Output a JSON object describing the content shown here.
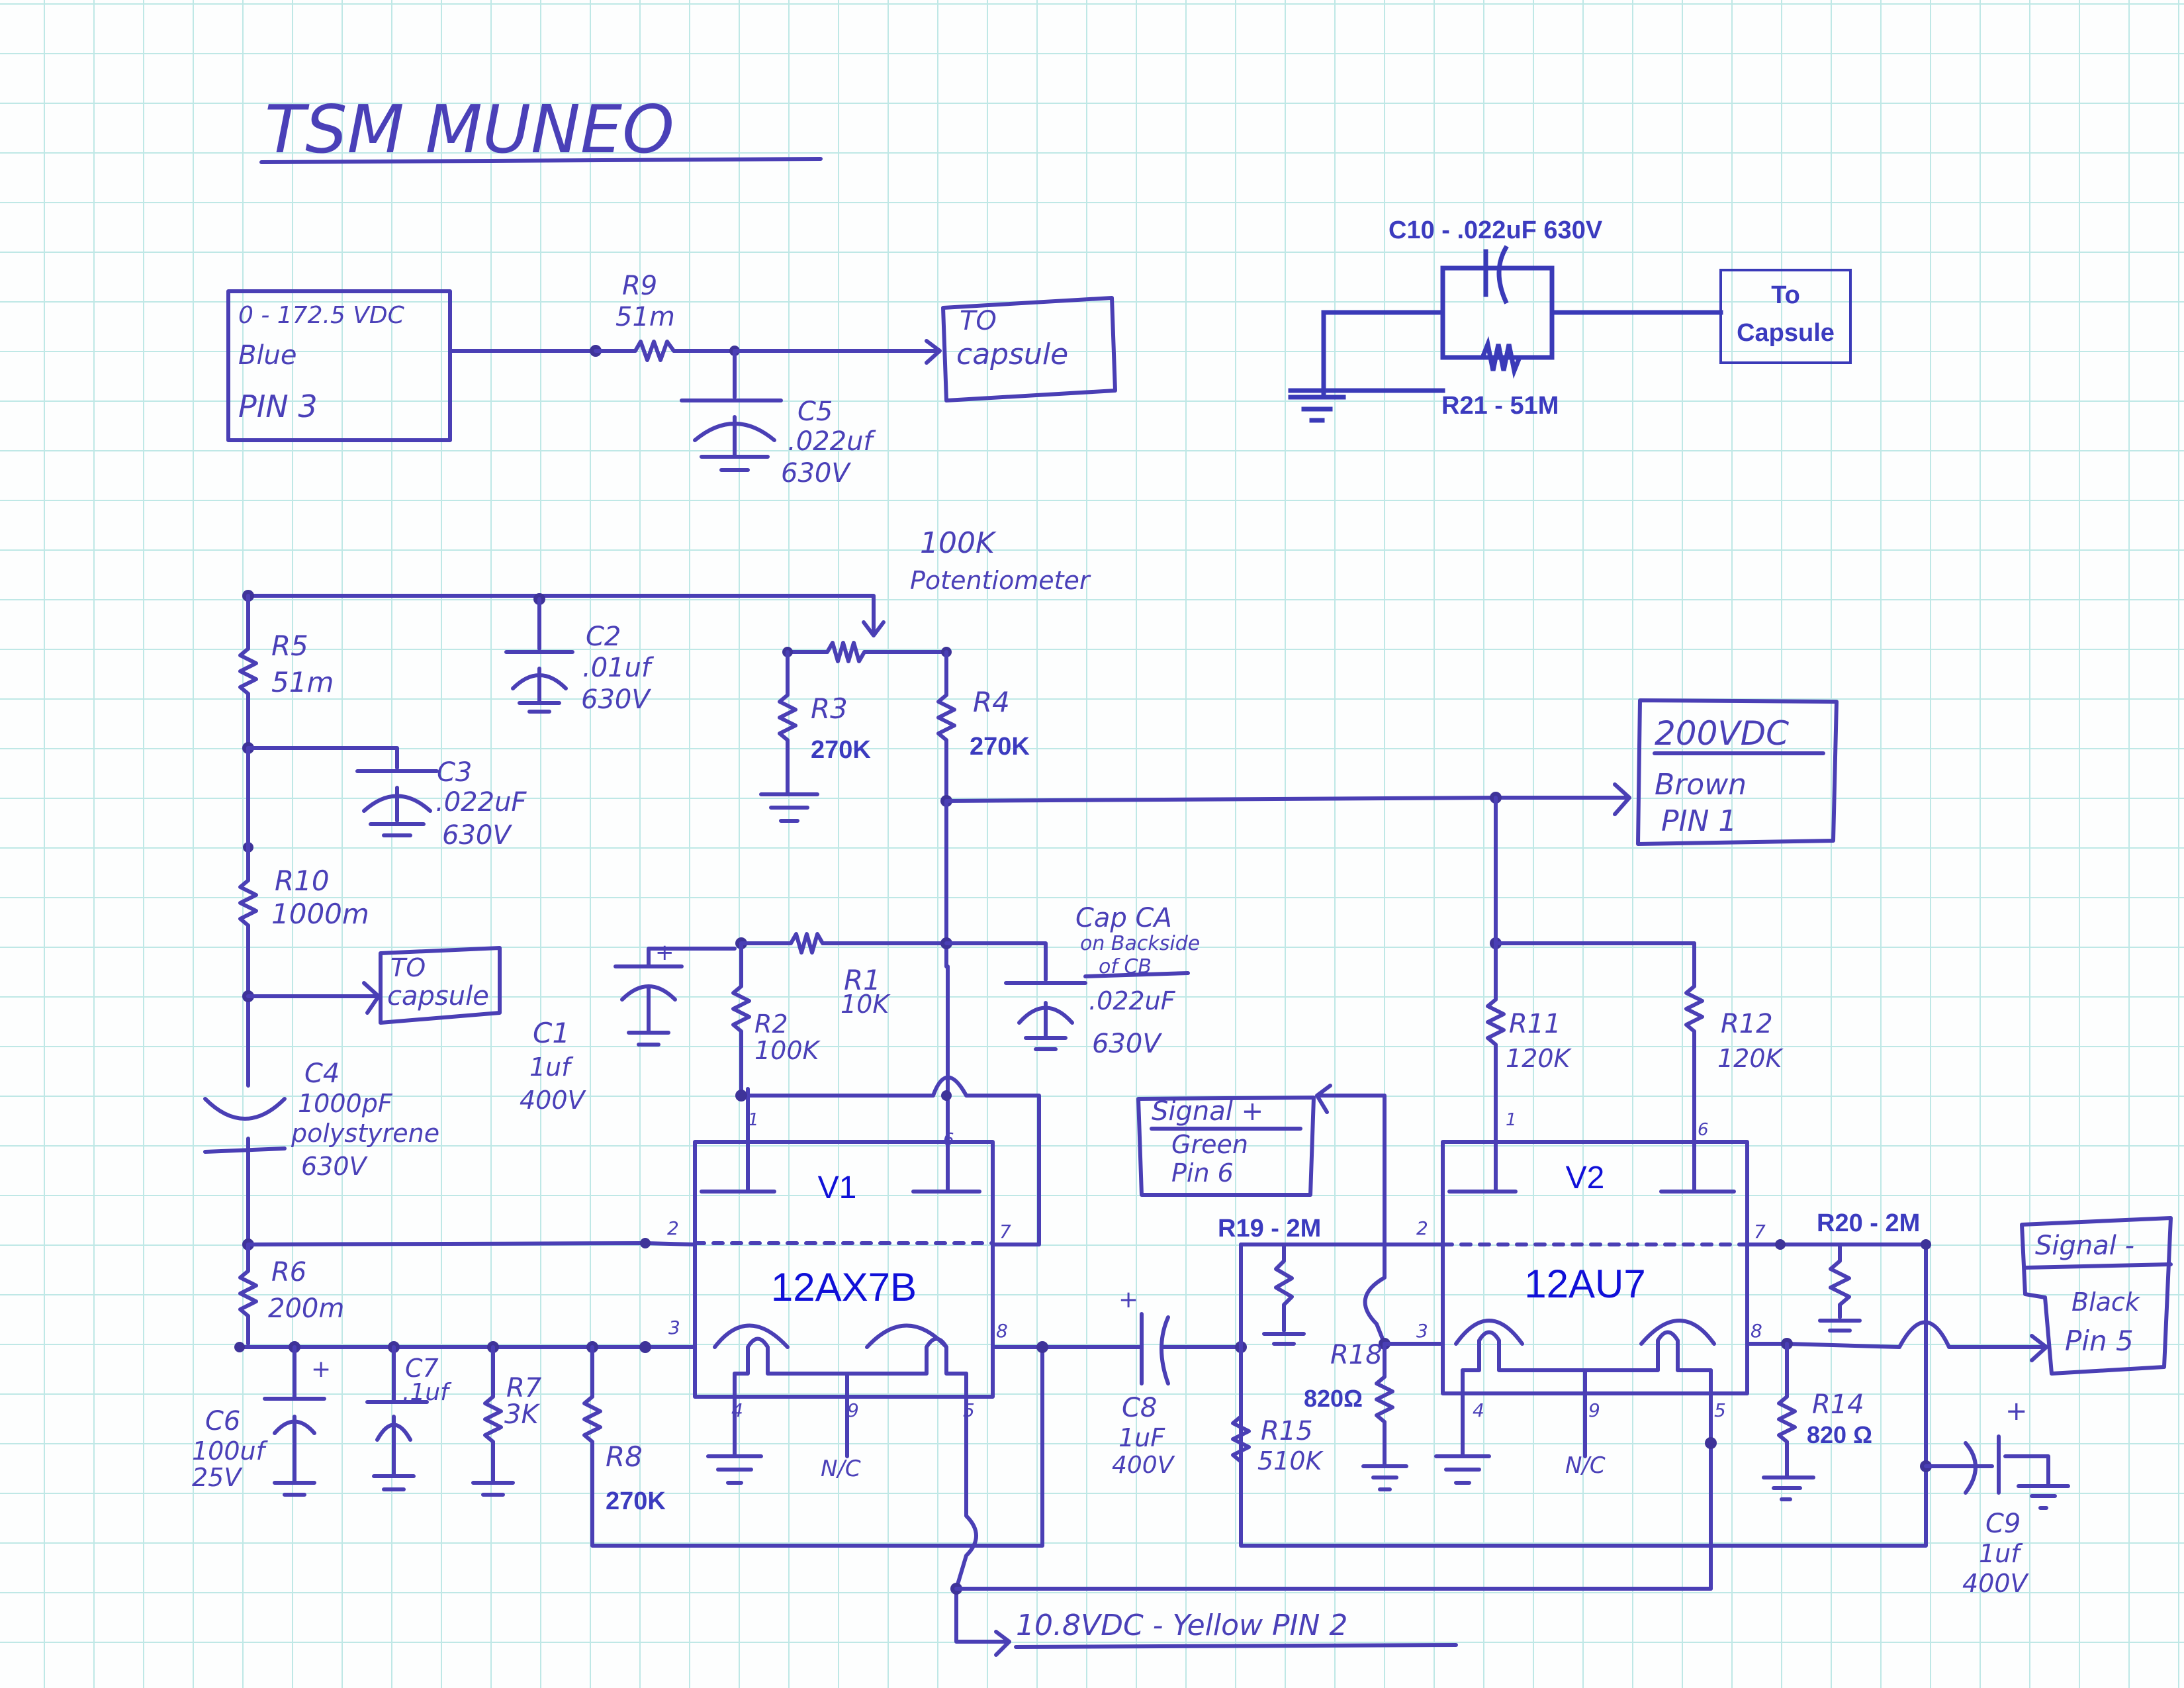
{
  "title": "TSM MUNEO",
  "colors": {
    "ink": "#4a3fb5",
    "typed": "#3b3bbf",
    "tube_label": "#1010d8",
    "grid": "#bfe8e6",
    "paper": "#fdfefe"
  },
  "polarization_supply": {
    "box_lines": [
      "0 - 172.5 VDC",
      "Blue",
      "PIN 3"
    ],
    "r9": {
      "ref": "R9",
      "value": "51m"
    },
    "c5": {
      "ref": "C5",
      "value": ".022uf",
      "voltage": "630V"
    },
    "dest_box": [
      "TO",
      "capsule"
    ]
  },
  "capsule_network": {
    "c10": "C10 - .022uF  630V",
    "r21": "R21 - 51M",
    "dest_box": [
      "To",
      "Capsule"
    ]
  },
  "pot": {
    "value": "100K",
    "label": "Potentiometer"
  },
  "components": {
    "r5": {
      "ref": "R5",
      "value": "51m"
    },
    "c2": {
      "ref": "C2",
      "value": ".01uf",
      "voltage": "630V"
    },
    "r3": {
      "ref": "R3",
      "value": "270K"
    },
    "r4": {
      "ref": "R4",
      "value": "270K"
    },
    "c3": {
      "ref": "C3",
      "value": ".022uF",
      "voltage": "630V"
    },
    "r10": {
      "ref": "R10",
      "value": "1000m"
    },
    "capsule_box": [
      "TO",
      "capsule"
    ],
    "ca": {
      "ref": "Cap CA",
      "note1": "on Backside",
      "note2": "of CB",
      "value": ".022uF",
      "voltage": "630V"
    },
    "r1": {
      "ref": "R1",
      "value": "10K"
    },
    "r2": {
      "ref": "R2",
      "value": "100K"
    },
    "c1": {
      "ref": "C1",
      "value": "1uf",
      "voltage": "400V"
    },
    "c4": {
      "ref": "C4",
      "value": "1000pF",
      "type": "polystyrene",
      "voltage": "630V"
    },
    "r6": {
      "ref": "R6",
      "value": "200m"
    },
    "c6": {
      "ref": "C6",
      "value": "100uf",
      "voltage": "25V"
    },
    "c7": {
      "ref": "C7",
      "value": ".1uf"
    },
    "r7": {
      "ref": "R7",
      "value": "3K"
    },
    "r8": {
      "ref": "R8",
      "value": "270K"
    },
    "c8": {
      "ref": "C8",
      "value": "1uF",
      "voltage": "400V"
    },
    "r15": {
      "ref": "R15",
      "value": "510K"
    },
    "r18": {
      "ref": "R18",
      "value": "820Ω"
    },
    "r19": "R19 - 2M",
    "r11": {
      "ref": "R11",
      "value": "120K"
    },
    "r12": {
      "ref": "R12",
      "value": "120K"
    },
    "r20": "R20 - 2M",
    "r14": {
      "ref": "R14",
      "value": "820 Ω"
    },
    "c9": {
      "ref": "C9",
      "value": "1uf",
      "voltage": "400V"
    }
  },
  "tubes": {
    "v1": {
      "ref": "V1",
      "type": "12AX7B",
      "pins": [
        "1",
        "6",
        "2",
        "7",
        "3",
        "8",
        "4",
        "9",
        "5"
      ],
      "nc": "N/C"
    },
    "v2": {
      "ref": "V2",
      "type": "12AU7",
      "pins": [
        "1",
        "6",
        "2",
        "7",
        "3",
        "8",
        "4",
        "9",
        "5"
      ],
      "nc": "N/C"
    }
  },
  "connectors": {
    "b_plus": {
      "line1": "200VDC",
      "line2": "Brown",
      "line3": "PIN 1"
    },
    "signal_pos": {
      "line1": "Signal +",
      "line2": "Green",
      "line3": "Pin 6"
    },
    "signal_neg": {
      "line1": "Signal -",
      "line2": "Black",
      "line3": "Pin 5"
    },
    "heater": "10.8VDC - Yellow PIN 2"
  },
  "plus_sign": "+"
}
